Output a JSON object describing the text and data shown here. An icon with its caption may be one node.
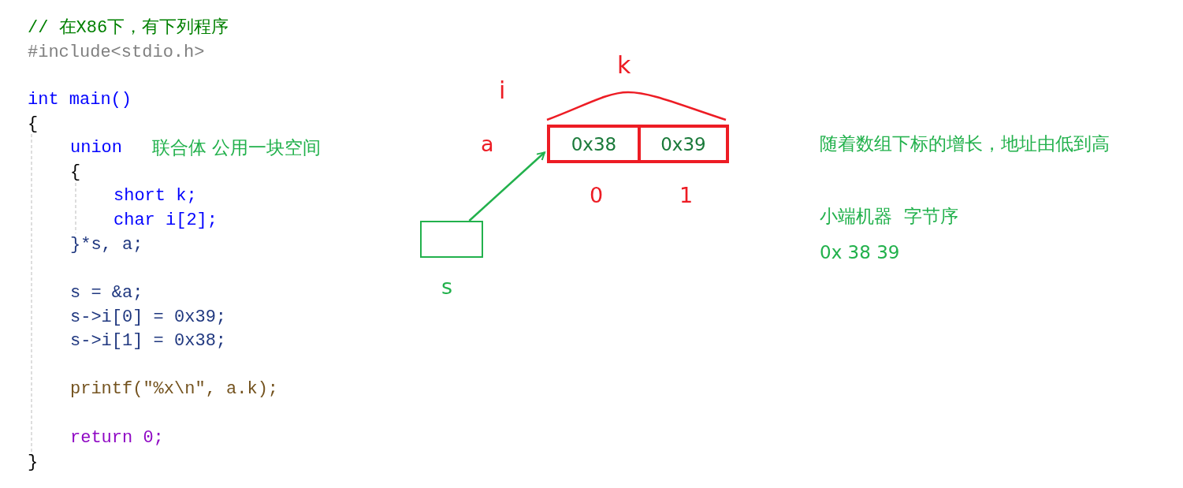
{
  "diagram": {
    "nodes": [
      {
        "text": [],
        "shape": "box",
        "beside": [
          "s"
        ]
      },
      {
        "text": [],
        "shape": "box",
        "beside": [
          "a"
        ]
      },
      {
        "text": [
          "0x38"
        ],
        "in": 1,
        "beside": [
          "0"
        ]
      },
      {
        "text": [
          "0x39"
        ],
        "in": 1,
        "beside": [
          "1"
        ]
      }
    ],
    "edges": [
      {
        "from": 0,
        "to": 1,
        "arrow": "to",
        "color": "#22b14c"
      }
    ],
    "labels": [
      "// 在X86下，有下列程序",
      "#include<stdio.h>",
      "int main()",
      "{",
      "union",
      "联合体 公用一块空间",
      "{",
      "short k;",
      "char i[2];",
      "}*s, a;",
      "s = &a;",
      "s->i[0] = 0x39;",
      "s->i[1] = 0x38;",
      "printf(\"%x\\n\", a.k);",
      "return 0;",
      "}",
      "k",
      "i",
      "随着数组下标的增长，地址由低到高",
      "小端机器  字节序",
      "0x 38 39"
    ]
  }
}
